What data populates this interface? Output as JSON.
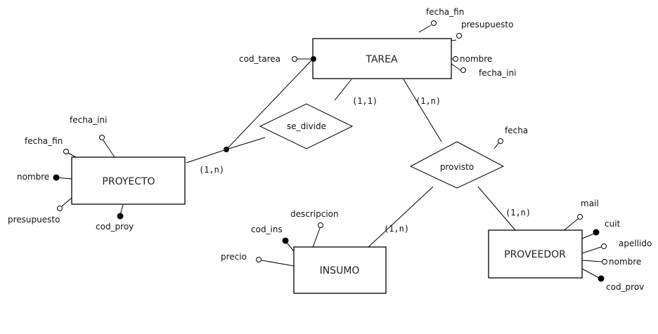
{
  "entities": {
    "tarea": "TAREA",
    "proyecto": "PROYECTO",
    "insumo": "INSUMO",
    "proveedor": "PROVEEDOR"
  },
  "relationships": {
    "se_divide": "se_divide",
    "provisto": "provisto"
  },
  "attributes": {
    "tarea": {
      "cod_tarea": "cod_tarea",
      "fecha_fin": "fecha_fin",
      "presupuesto": "presupuesto",
      "nombre": "nombre",
      "fecha_ini": "fecha_ini"
    },
    "proyecto": {
      "fecha_ini": "fecha_ini",
      "fecha_fin": "fecha_fin",
      "nombre": "nombre",
      "presupuesto": "presupuesto",
      "cod_proy": "cod_proy"
    },
    "provisto": {
      "fecha": "fecha"
    },
    "insumo": {
      "cod_ins": "cod_ins",
      "descripcion": "descripcion",
      "precio": "precio"
    },
    "proveedor": {
      "mail": "mail",
      "cuit": "cuit",
      "apellido": "apellido",
      "nombre": "nombre",
      "cod_prov": "cod_prov"
    }
  },
  "cardinalities": {
    "tarea_se_divide": "(1,1)",
    "proyecto_se_divide": "(1,n)",
    "tarea_provisto": "(1,n)",
    "insumo_provisto": "(1,n)",
    "proveedor_provisto": "(1,n)"
  }
}
